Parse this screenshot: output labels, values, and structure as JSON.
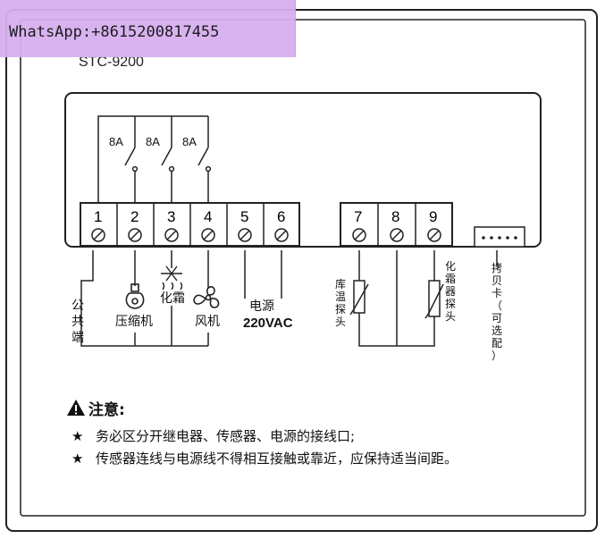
{
  "watermark": "WhatsApp:+8615200817455",
  "model": "STC-9200",
  "relay_ratings": [
    "8A",
    "8A",
    "8A"
  ],
  "terminals_main": [
    "1",
    "2",
    "3",
    "4",
    "5",
    "6"
  ],
  "terminals_probe": [
    "7",
    "8",
    "9"
  ],
  "labels": {
    "common": [
      "公",
      "共",
      "端"
    ],
    "compressor": "压缩机",
    "defrost": "化霜",
    "fan": "风机",
    "power": "电源",
    "voltage": "220VAC",
    "room_probe": [
      "库",
      "温",
      "探",
      "头"
    ],
    "defrost_probe": [
      "化",
      "霜",
      "器",
      "探",
      "头"
    ],
    "copy_card": [
      "拷",
      "贝",
      "卡",
      "（",
      "可",
      "选",
      "配",
      "）"
    ]
  },
  "notice": {
    "title": "注意:",
    "items": [
      "务必区分开继电器、传感器、电源的接线口;",
      "传感器连线与电源线不得相互接触或靠近，应保持适当间距。"
    ],
    "bullet": "★"
  },
  "icons": [
    "warning-icon",
    "compressor-icon",
    "defrost-icon",
    "fan-icon",
    "thermistor-icon"
  ]
}
